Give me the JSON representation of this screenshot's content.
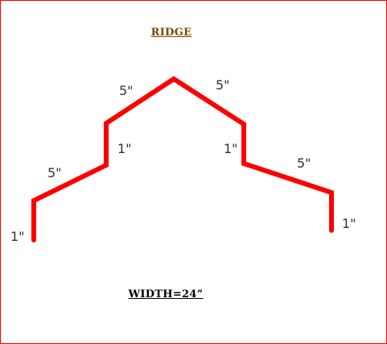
{
  "title": "RIDGE",
  "width_label": "WIDTH=24”",
  "colors": {
    "profile": "#ff0000",
    "frame": "#ff0000",
    "title": "#7a4a00",
    "dimension_text": "#333333"
  },
  "dimensions": {
    "left_hem": "1\"",
    "left_lower_flat": "5\"",
    "left_step": "1\"",
    "left_upper_slope": "5\"",
    "right_upper_slope": "5\"",
    "right_step": "1\"",
    "right_lower_flat": "5\"",
    "right_hem": "1\""
  }
}
